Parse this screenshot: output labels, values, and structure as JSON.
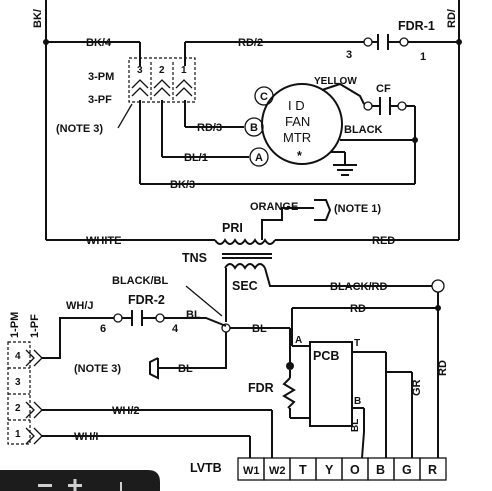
{
  "labels": {
    "bk_top": "BK/",
    "rd_top": "RD/",
    "bk4": "BK/4",
    "rd2": "RD/2",
    "fdr1": "FDR-1",
    "fdr1_pin3": "3",
    "fdr1_pin1": "1",
    "pm3": "3-PM",
    "pf3": "3-PF",
    "plug3_pins": [
      "3",
      "2",
      "1"
    ],
    "note3_top": "(NOTE 3)",
    "rd3": "RD/3",
    "term_b": "B",
    "term_c": "C",
    "term_a": "A",
    "bl1": "BL/1",
    "bk3": "BK/3",
    "yellow": "YELLOW",
    "cf": "CF",
    "black": "BLACK",
    "motor_id": "I D",
    "motor_fan": "FAN",
    "motor_mtr": "MTR",
    "motor_star": "*",
    "orange": "ORANGE",
    "note1": "(NOTE 1)",
    "white": "WHITE",
    "red": "RED",
    "pri": "PRI",
    "tns": "TNS",
    "sec": "SEC",
    "black_bl": "BLACK/BL",
    "black_rd": "BLACK/RD",
    "rd_mid": "RD",
    "whj": "WH/J",
    "fdr2": "FDR-2",
    "fdr2_pin6": "6",
    "fdr2_pin4": "4",
    "bl_fdr2": "BL",
    "bl_main": "BL",
    "pm1": "1-PM",
    "pf1": "1-PF",
    "plug1_pins": [
      "4",
      "3",
      "2",
      "1"
    ],
    "note3_bottom": "(NOTE 3)",
    "bl_note3": "BL",
    "pcb": "PCB",
    "pcb_a": "A",
    "pcb_t": "T",
    "pcb_b": "B",
    "fdr": "FDR",
    "gr": "GR",
    "rd_right": "RD",
    "bl_vert": "BL",
    "wh2": "WH/2",
    "wh1": "WH/I",
    "lvtb": "LVTB"
  },
  "lvtb_terminals": [
    "W1",
    "W2",
    "T",
    "Y",
    "O",
    "B",
    "G",
    "R"
  ]
}
